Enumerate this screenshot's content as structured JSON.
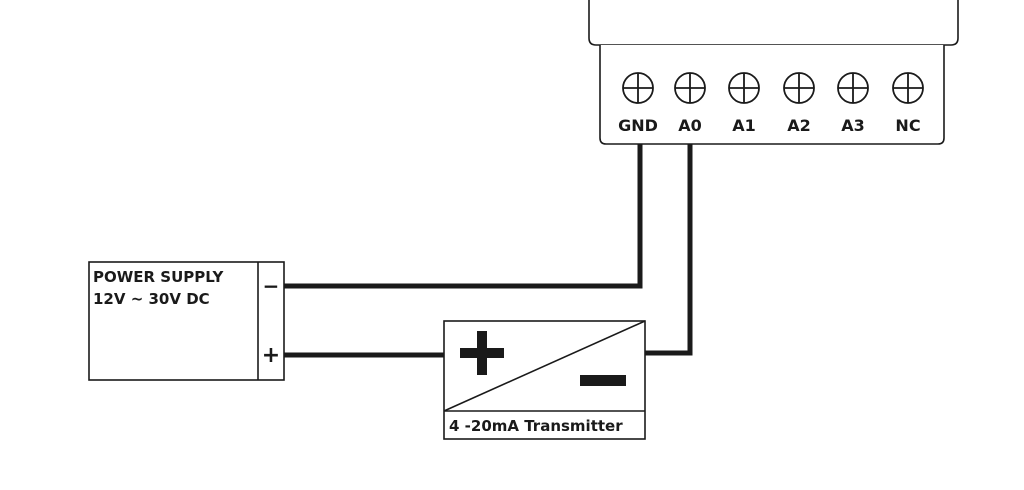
{
  "terminals": [
    {
      "id": "gnd",
      "label": "GND"
    },
    {
      "id": "a0",
      "label": "A0"
    },
    {
      "id": "a1",
      "label": "A1"
    },
    {
      "id": "a2",
      "label": "A2"
    },
    {
      "id": "a3",
      "label": "A3"
    },
    {
      "id": "nc",
      "label": "NC"
    }
  ],
  "power_supply": {
    "title_line1": "POWER SUPPLY",
    "title_line2": "12V ~ 30V DC",
    "neg_symbol": "−",
    "pos_symbol": "+"
  },
  "transmitter": {
    "label": "4 -20mA Transmitter"
  },
  "colors": {
    "ink": "#1a1a1a",
    "background": "#ffffff"
  }
}
